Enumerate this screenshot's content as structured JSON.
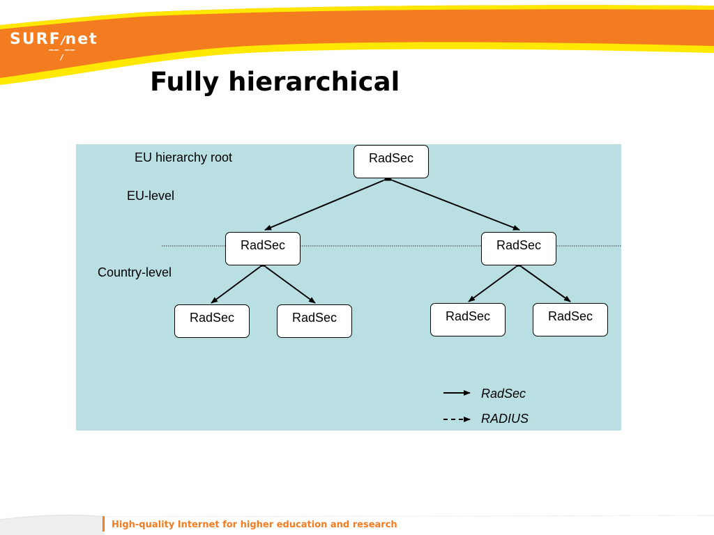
{
  "brand": {
    "logo_main": "SURF",
    "logo_slash": "/",
    "logo_suffix": "net",
    "primary_color": "#f47c20",
    "secondary_color": "#ffe800"
  },
  "page": {
    "title": "Fully hierarchical",
    "footer_tagline": "High-quality Internet for higher education and research"
  },
  "diagram": {
    "panel_color": "#b9dfe3",
    "labels": {
      "root": "EU hierarchy root",
      "eu_level": "EU-level",
      "country_level": "Country-level"
    },
    "nodes": {
      "root": "RadSec",
      "eu_left": "RadSec",
      "eu_right": "RadSec",
      "country_1": "RadSec",
      "country_2": "RadSec",
      "country_3": "RadSec",
      "country_4": "RadSec"
    },
    "edges": [
      {
        "from": "root",
        "to": "eu_left",
        "type": "RadSec"
      },
      {
        "from": "root",
        "to": "eu_right",
        "type": "RadSec"
      },
      {
        "from": "eu_left",
        "to": "country_1",
        "type": "RadSec"
      },
      {
        "from": "eu_left",
        "to": "country_2",
        "type": "RadSec"
      },
      {
        "from": "eu_right",
        "to": "country_3",
        "type": "RadSec"
      },
      {
        "from": "eu_right",
        "to": "country_4",
        "type": "RadSec"
      }
    ],
    "legend": {
      "solid_label": "RadSec",
      "dashed_label": "RADIUS"
    }
  }
}
